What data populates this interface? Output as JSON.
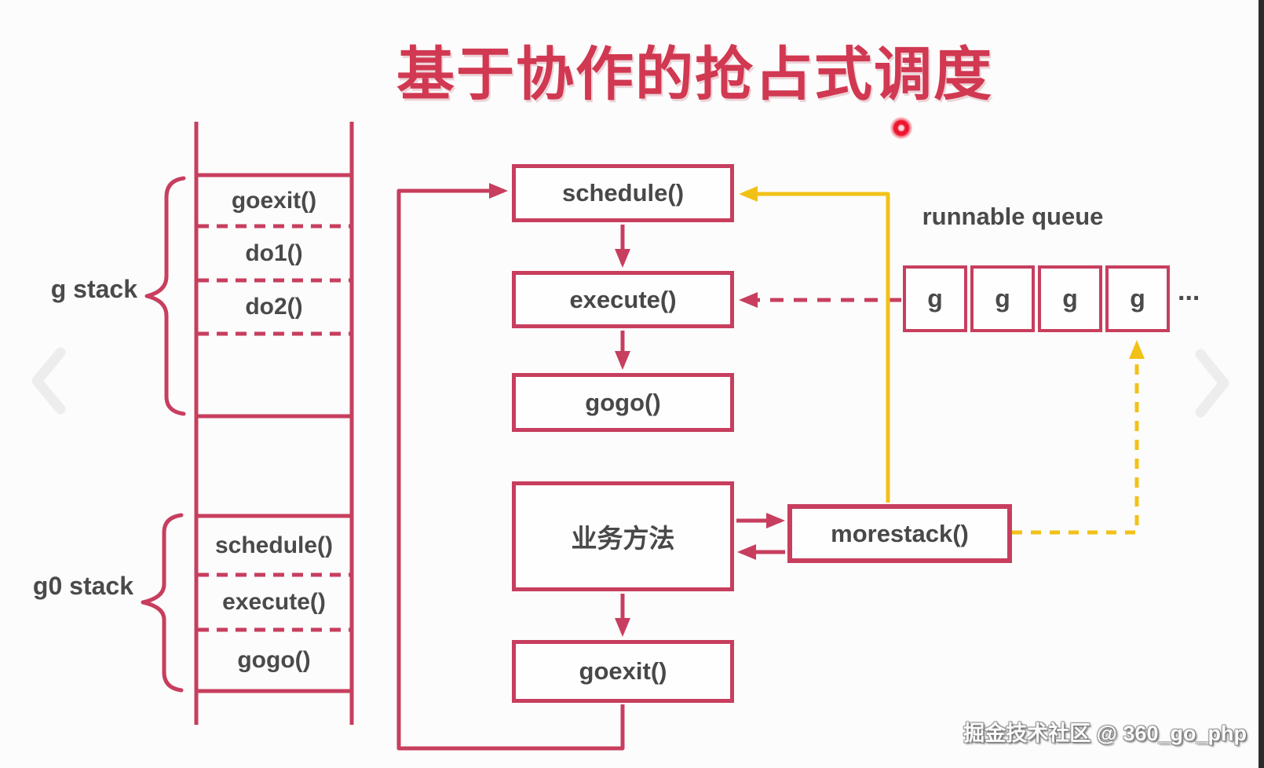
{
  "title": "基于协作的抢占式调度",
  "colors": {
    "diagram_crimson": "#c73e5e",
    "title_red": "#d13851",
    "arrow_yellow": "#f2c118",
    "text_dark": "#4a4a4a",
    "chevron_gray": "#ededed",
    "laser_red": "#ee1430"
  },
  "left_stack": {
    "g_stack_label": "g stack",
    "g0_stack_label": "g0 stack",
    "g_cells": [
      "goexit()",
      "do1()",
      "do2()"
    ],
    "g0_cells": [
      "schedule()",
      "execute()",
      "gogo()"
    ]
  },
  "flow": {
    "schedule": "schedule()",
    "execute": "execute()",
    "gogo": "gogo()",
    "business": "业务方法",
    "morestack": "morestack()",
    "goexit": "goexit()"
  },
  "queue": {
    "label": "runnable queue",
    "cells": [
      "g",
      "g",
      "g",
      "g"
    ],
    "ellipsis": "..."
  },
  "watermark": "掘金技术社区 @ 360_go_php"
}
